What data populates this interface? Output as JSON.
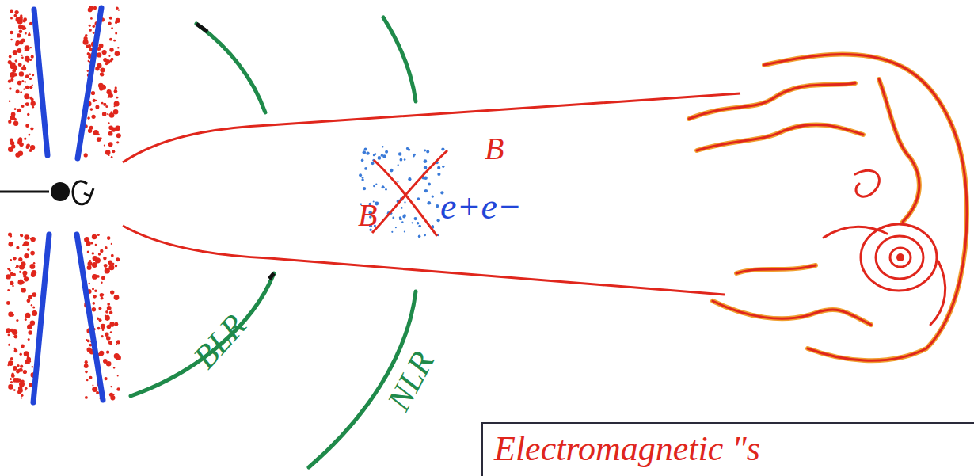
{
  "diagram": {
    "nodes": [
      {
        "text": [
          "Electromagnetic \"s"
        ]
      }
    ],
    "labels": [
      "B",
      "B",
      "e+e−",
      "BLR",
      "NLR"
    ]
  }
}
